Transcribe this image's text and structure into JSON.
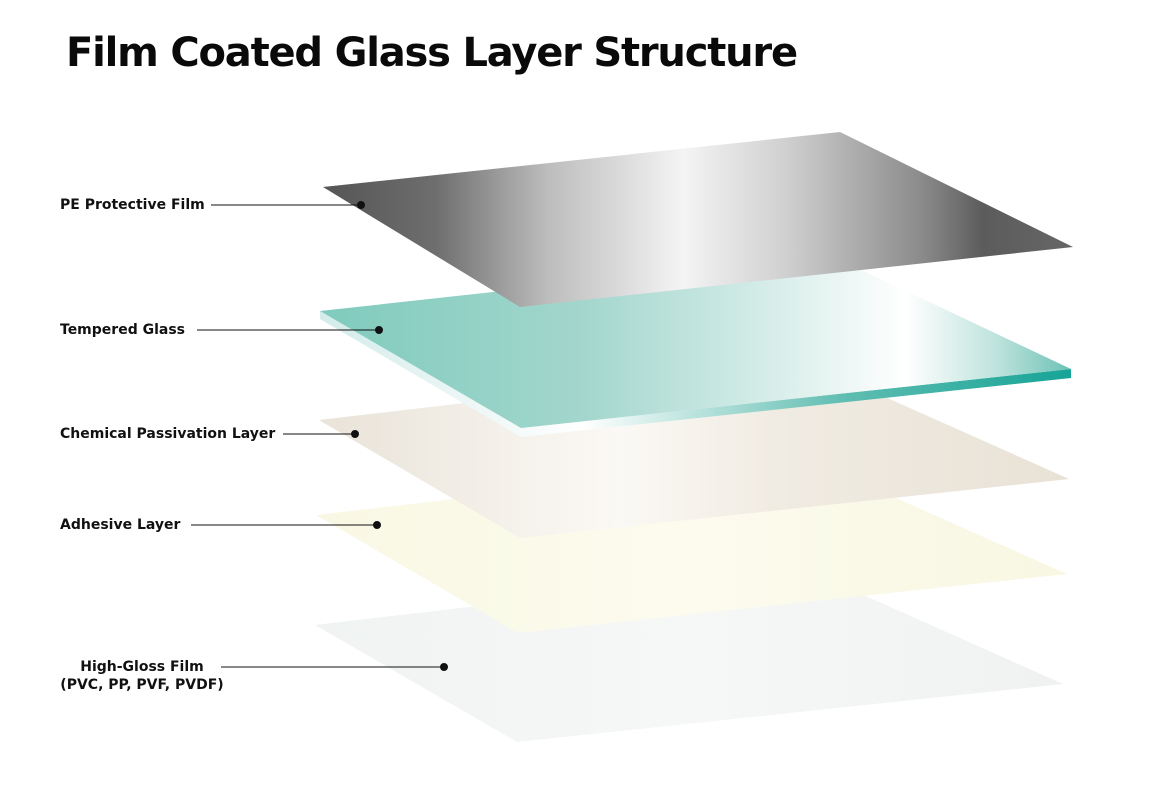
{
  "title": "Film Coated Glass Layer Structure",
  "layers": [
    {
      "label": "PE Protective Film",
      "color": "#5a5a5a"
    },
    {
      "label": "Tempered Glass",
      "color": "#14a89a"
    },
    {
      "label": "Chemical Passivation Layer",
      "color": "#ece6dc"
    },
    {
      "label": "Adhesive Layer",
      "color": "#faf9e6"
    },
    {
      "label_line1": "High-Gloss Film",
      "label_line2": "(PVC, PP, PVF, PVDF)",
      "color": "#f2f4f3"
    }
  ]
}
